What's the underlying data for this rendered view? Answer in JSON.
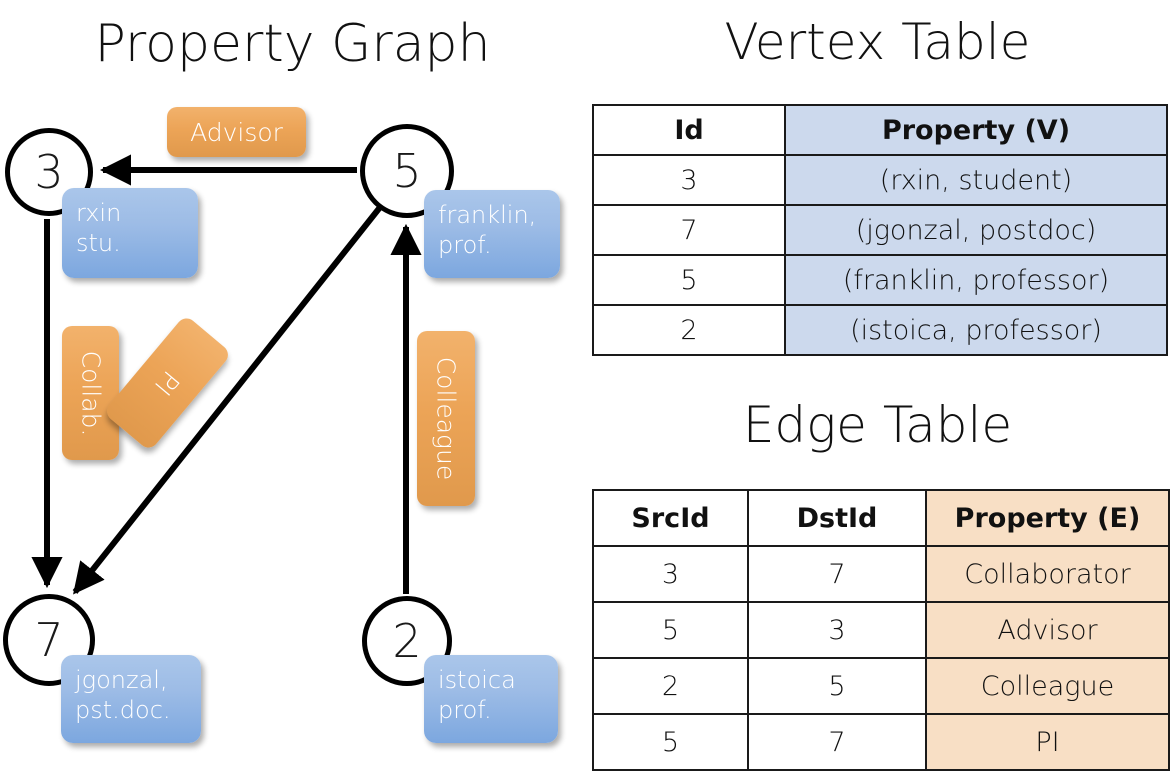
{
  "titles": {
    "property_graph": "Property Graph",
    "vertex_table": "Vertex Table",
    "edge_table": "Edge Table"
  },
  "graph": {
    "nodes": [
      {
        "id": "3",
        "property": "rxin\nstu."
      },
      {
        "id": "5",
        "property": "franklin,\nprof."
      },
      {
        "id": "7",
        "property": "jgonzal,\npst.doc."
      },
      {
        "id": "2",
        "property": "istoica\nprof."
      }
    ],
    "edge_labels": [
      {
        "name": "advisor",
        "text": "Advisor"
      },
      {
        "name": "collab",
        "text": "Collab."
      },
      {
        "name": "pi",
        "text": "PI"
      },
      {
        "name": "colleague",
        "text": "Colleague"
      }
    ],
    "edges": [
      {
        "src": "5",
        "dst": "3",
        "label": "Advisor"
      },
      {
        "src": "3",
        "dst": "7",
        "label": "Collab."
      },
      {
        "src": "5",
        "dst": "7",
        "label": "PI"
      },
      {
        "src": "2",
        "dst": "5",
        "label": "Colleague"
      }
    ]
  },
  "vertex_table": {
    "headers": [
      "Id",
      "Property (V)"
    ],
    "rows": [
      {
        "id": "3",
        "property": "(rxin, student)"
      },
      {
        "id": "7",
        "property": "(jgonzal, postdoc)"
      },
      {
        "id": "5",
        "property": "(franklin, professor)"
      },
      {
        "id": "2",
        "property": "(istoica, professor)"
      }
    ]
  },
  "edge_table": {
    "headers": [
      "SrcId",
      "DstId",
      "Property (E)"
    ],
    "rows": [
      {
        "src": "3",
        "dst": "7",
        "property": "Collaborator"
      },
      {
        "src": "5",
        "dst": "3",
        "property": "Advisor"
      },
      {
        "src": "2",
        "dst": "5",
        "property": "Colleague"
      },
      {
        "src": "5",
        "dst": "7",
        "property": "PI"
      }
    ]
  },
  "colors": {
    "vertex_property_cell": "#ccd9ed",
    "edge_property_cell": "#f8dfc5",
    "node_box_blue": "#8fb2e3",
    "edge_label_orange": "#eca457",
    "stroke": "#000000"
  }
}
